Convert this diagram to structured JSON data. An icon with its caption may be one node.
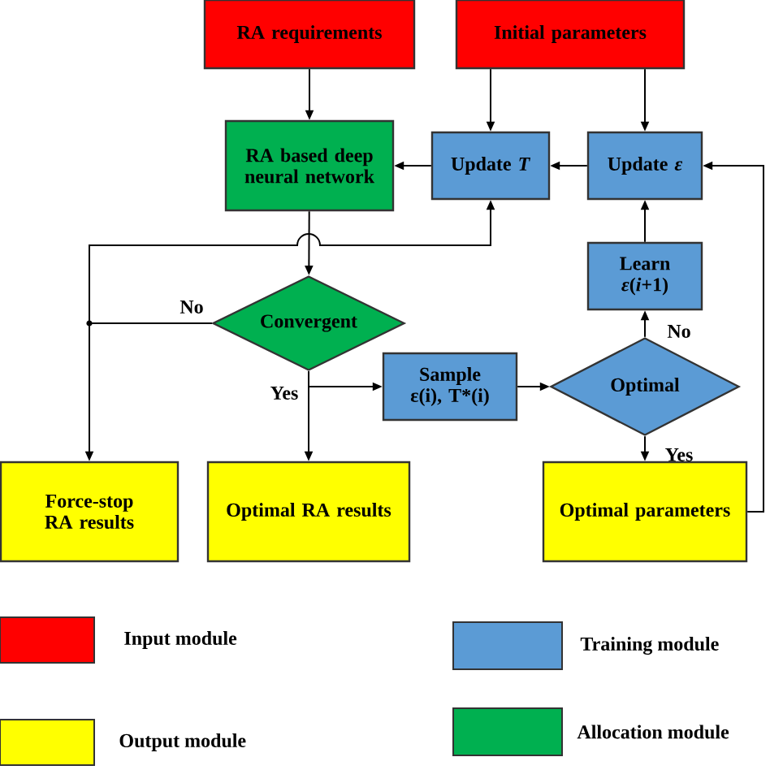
{
  "diagram": {
    "nodes": [
      {
        "text": [
          "RA requirements"
        ]
      },
      {
        "text": [
          "Initial parameters"
        ]
      },
      {
        "text": [
          "RA based deep neural network"
        ]
      },
      {
        "text": [
          "Update *T*"
        ]
      },
      {
        "text": [
          "Update *ε*"
        ]
      },
      {
        "text": [
          "Learn *ε*(*i*+1)"
        ]
      },
      {
        "text": [
          "Convergent"
        ]
      },
      {
        "text": [
          "Sample ε(i), T*(i)"
        ]
      },
      {
        "text": [
          "Optimal"
        ]
      },
      {
        "text": [
          "Force-stop RA results"
        ]
      },
      {
        "text": [
          "Optimal RA results"
        ]
      },
      {
        "text": [
          "Optimal parameters"
        ]
      }
    ],
    "edges": [
      {
        "from": 0,
        "to": 2,
        "arrow": "to"
      },
      {
        "from": 1,
        "to": 3,
        "arrow": "to"
      },
      {
        "from": 1,
        "to": 4,
        "arrow": "to"
      },
      {
        "from": 4,
        "to": 3,
        "arrow": "to"
      },
      {
        "from": 3,
        "to": 2,
        "arrow": "to"
      },
      {
        "from": 5,
        "to": 4,
        "arrow": "to"
      },
      {
        "from": 2,
        "to": 6,
        "arrow": "to"
      },
      {
        "from": 6,
        "to": 3,
        "arrow": "to"
      },
      {
        "from": 6,
        "to": 9,
        "label": "No",
        "arrow": "to"
      },
      {
        "from": 6,
        "to": 10,
        "label": "Yes",
        "arrow": "to"
      },
      {
        "from": 6,
        "to": 7,
        "arrow": "to"
      },
      {
        "from": 7,
        "to": 8,
        "arrow": "to"
      },
      {
        "from": 8,
        "to": 5,
        "label": "No",
        "arrow": "to"
      },
      {
        "from": 8,
        "to": 11,
        "label": "Yes",
        "arrow": "to"
      },
      {
        "from": 11,
        "to": 4,
        "arrow": "to"
      }
    ],
    "legend": [
      {
        "text": "Input module",
        "color": "#ff0000"
      },
      {
        "text": "Training module",
        "color": "#5b9bd5"
      },
      {
        "text": "Output module",
        "color": "#ffff00"
      },
      {
        "text": "Allocation module",
        "color": "#00b050"
      }
    ]
  }
}
